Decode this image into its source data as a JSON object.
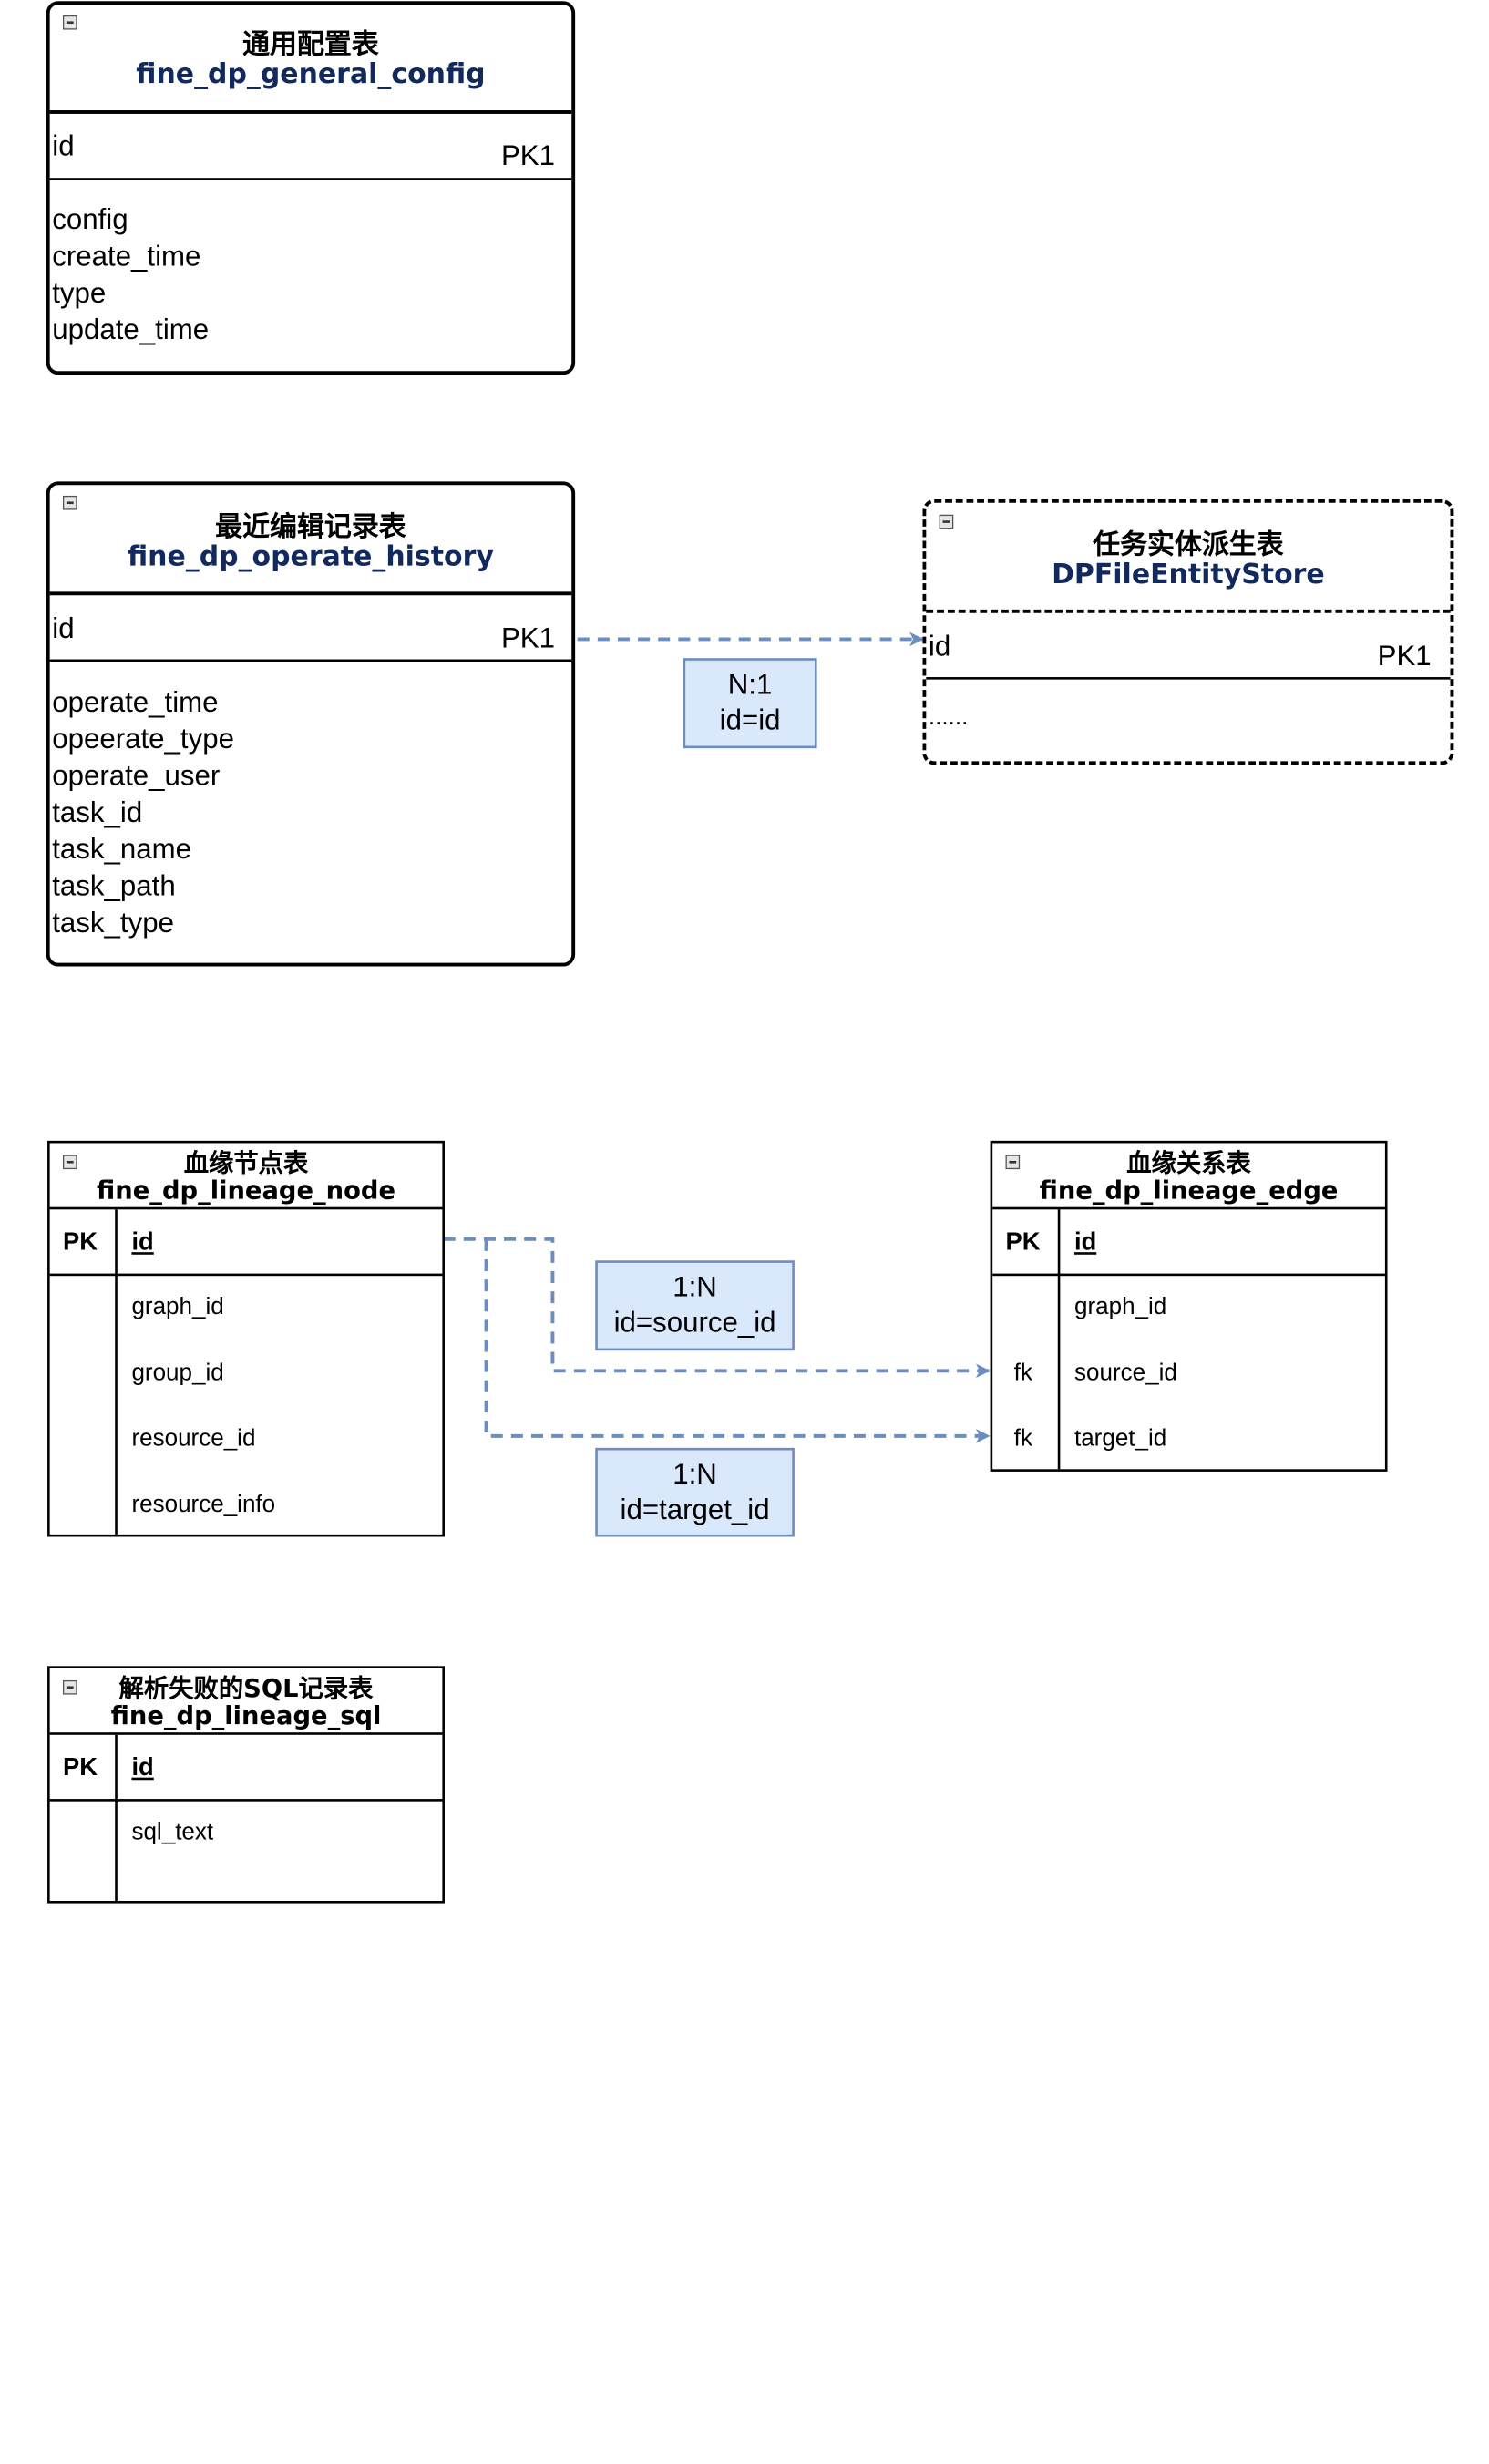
{
  "tables": {
    "general_config": {
      "title_cn": "通用配置表",
      "title_en": "fine_dp_general_config",
      "pk_field": "id",
      "pk_tag": "PK1",
      "fields": [
        "config",
        "create_time",
        "type",
        "update_time"
      ]
    },
    "operate_history": {
      "title_cn": "最近编辑记录表",
      "title_en": "fine_dp_operate_history",
      "pk_field": "id",
      "pk_tag": "PK1",
      "fields": [
        "operate_time",
        "opeerate_type",
        "operate_user",
        "task_id",
        "task_name",
        "task_path",
        "task_type"
      ]
    },
    "entity_store": {
      "title_cn": "任务实体派生表",
      "title_en": "DPFileEntityStore",
      "pk_field": "id",
      "pk_tag": "PK1",
      "fields": [
        "......"
      ]
    },
    "lineage_node": {
      "title_cn": "血缘节点表",
      "title_en": "fine_dp_lineage_node",
      "pk_tag": "PK",
      "pk_field": "id",
      "fields": [
        {
          "key": "",
          "name": "graph_id"
        },
        {
          "key": "",
          "name": "group_id"
        },
        {
          "key": "",
          "name": "resource_id"
        },
        {
          "key": "",
          "name": "resource_info"
        }
      ]
    },
    "lineage_edge": {
      "title_cn": "血缘关系表",
      "title_en": "fine_dp_lineage_edge",
      "pk_tag": "PK",
      "pk_field": "id",
      "fields": [
        {
          "key": "",
          "name": "graph_id"
        },
        {
          "key": "fk",
          "name": "source_id"
        },
        {
          "key": "fk",
          "name": "target_id"
        }
      ]
    },
    "lineage_sql": {
      "title_cn": "解析失败的SQL记录表",
      "title_en": "fine_dp_lineage_sql",
      "pk_tag": "PK",
      "pk_field": "id",
      "fields": [
        {
          "key": "",
          "name": "sql_text"
        }
      ]
    }
  },
  "relations": [
    {
      "id": "history_to_store",
      "cardinality": "N:1",
      "condition": "id=id"
    },
    {
      "id": "node_to_edge_source",
      "cardinality": "1:N",
      "condition": "id=source_id"
    },
    {
      "id": "node_to_edge_target",
      "cardinality": "1:N",
      "condition": "id=target_id"
    }
  ],
  "colors": {
    "connector": "#6c8ebf",
    "label_fill": "#dae8fc",
    "title_en": "#12295e"
  },
  "icons": {
    "collapse": "collapse-minus-icon"
  }
}
